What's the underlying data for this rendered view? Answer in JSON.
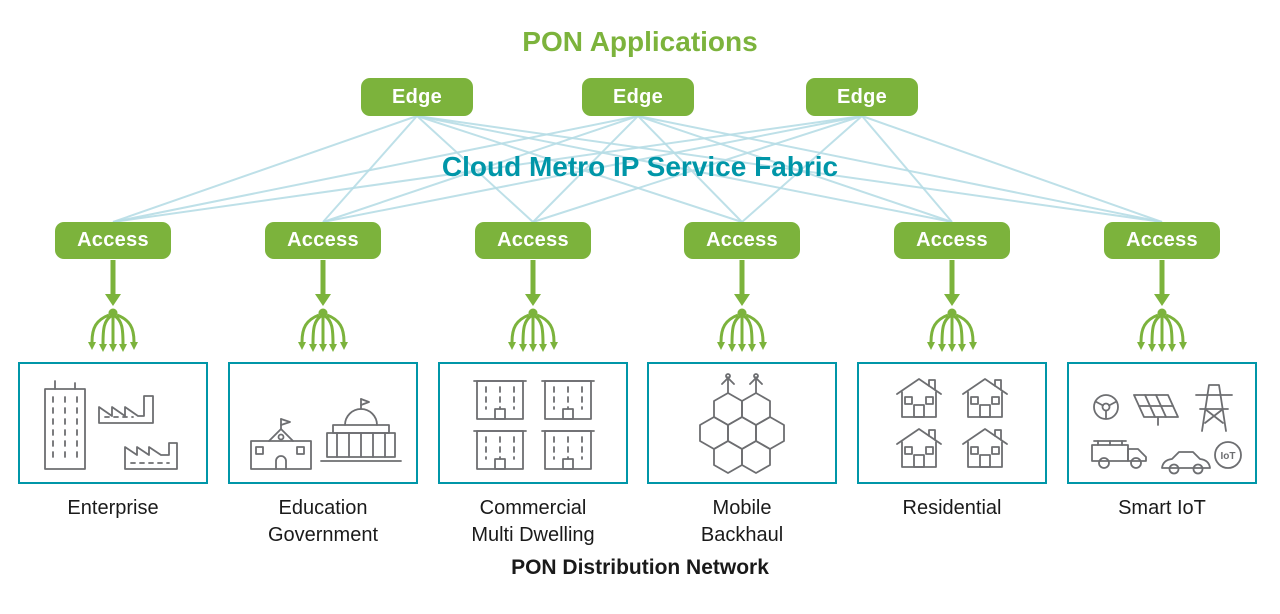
{
  "colors": {
    "green": "#7CB33C",
    "teal": "#0096A8",
    "line_blue": "#B7DDE6",
    "icon_gray": "#6D6E71",
    "text_dark": "#1A1A1A",
    "node_text": "#FFFFFF"
  },
  "title": "PON Applications",
  "fabric_label": "Cloud Metro IP Service Fabric",
  "edge_nodes": [
    {
      "label": "Edge"
    },
    {
      "label": "Edge"
    },
    {
      "label": "Edge"
    }
  ],
  "access_nodes": [
    {
      "label": "Access"
    },
    {
      "label": "Access"
    },
    {
      "label": "Access"
    },
    {
      "label": "Access"
    },
    {
      "label": "Access"
    },
    {
      "label": "Access"
    }
  ],
  "categories": [
    {
      "label_lines": [
        "Enterprise",
        ""
      ],
      "icon": "enterprise-buildings-icon"
    },
    {
      "label_lines": [
        "Education",
        "Government"
      ],
      "icon": "education-government-icon"
    },
    {
      "label_lines": [
        "Commercial",
        "Multi Dwelling"
      ],
      "icon": "commercial-multi-dwelling-icon"
    },
    {
      "label_lines": [
        "Mobile",
        "Backhaul"
      ],
      "icon": "mobile-backhaul-icon"
    },
    {
      "label_lines": [
        "Residential",
        ""
      ],
      "icon": "residential-houses-icon"
    },
    {
      "label_lines": [
        "Smart IoT",
        ""
      ],
      "icon": "smart-iot-icon"
    }
  ],
  "icons": {
    "iot_badge": "IoT"
  },
  "footer": "PON Distribution Network"
}
